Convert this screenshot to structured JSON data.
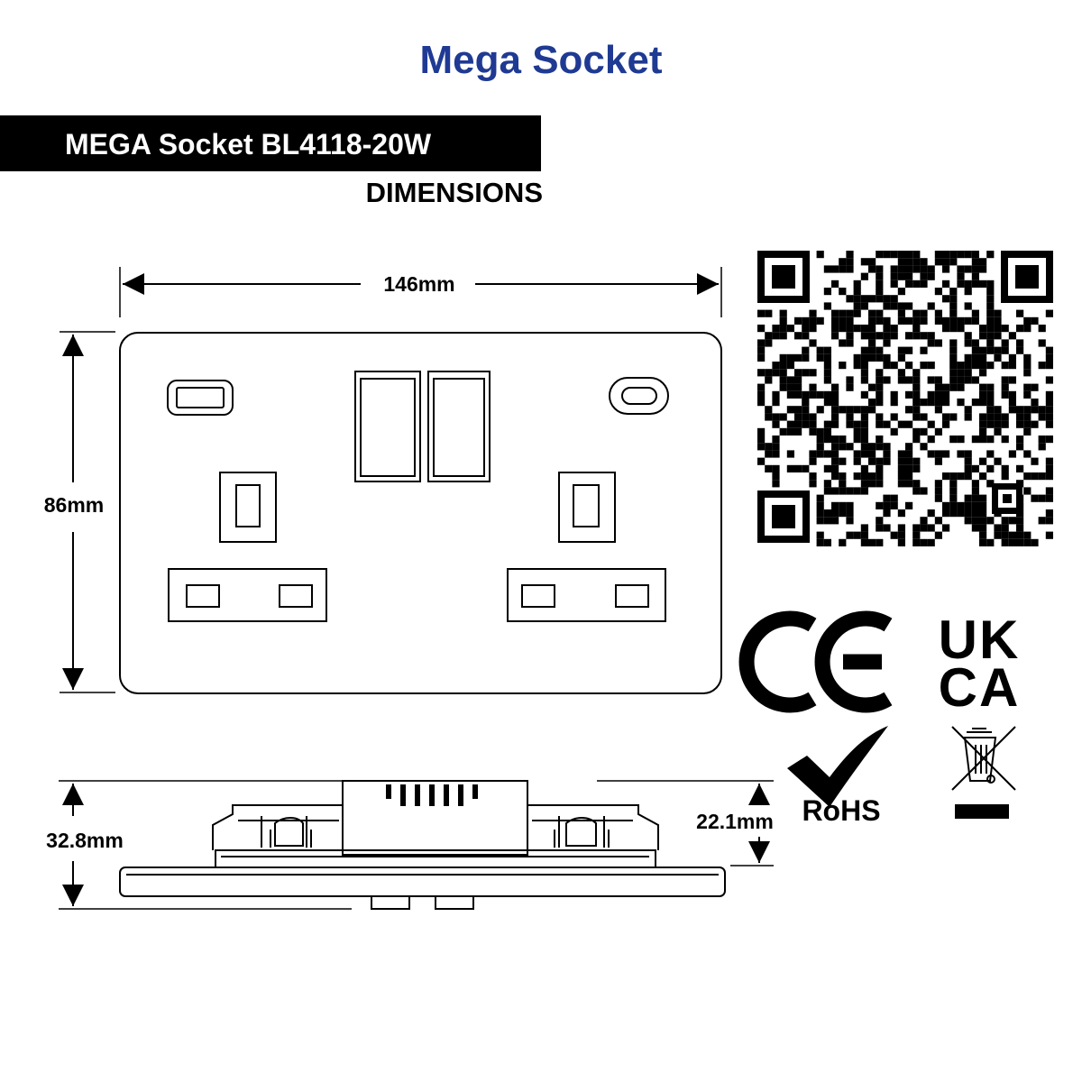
{
  "brand_title": "Mega Socket",
  "banner": {
    "model": "MEGA Socket BL4118-20W"
  },
  "subheading": "DIMENSIONS",
  "front_view": {
    "width_label": "146mm",
    "height_label": "86mm",
    "usb_ports": [
      "usb-a",
      "usb-c"
    ],
    "switch_count": 2,
    "socket_count": 2
  },
  "side_view": {
    "total_depth_label": "32.8mm",
    "back_box_depth_label": "22.1mm"
  },
  "certifications": {
    "ce": "CE",
    "ukca_line1": "UK",
    "ukca_line2": "CA",
    "rohs": "RoHS",
    "weee_icon": "crossed-out-wheelie-bin-icon"
  },
  "qr_code_icon": "qr-code-icon"
}
